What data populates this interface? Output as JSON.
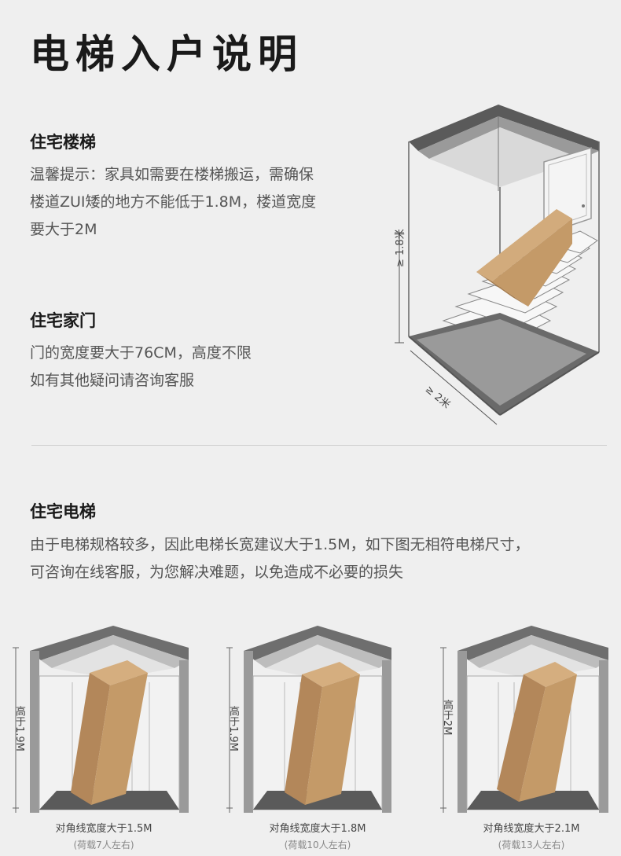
{
  "page_title": "电梯入户说明",
  "stairs": {
    "heading": "住宅楼梯",
    "lines": [
      "温馨提示：家具如需要在楼梯搬运，需确保",
      "楼道ZUI矮的地方不能低于1.8M，楼道宽度",
      "要大于2M"
    ],
    "height_label": "≥ 1.8米",
    "width_label": "≥ 2米"
  },
  "door": {
    "heading": "住宅家门",
    "lines": [
      "门的宽度要大于76CM，高度不限",
      "如有其他疑问请咨询客服"
    ]
  },
  "elevator": {
    "heading": "住宅电梯",
    "lines": [
      "由于电梯规格较多，因此电梯长宽建议大于1.5M，如下图无相符电梯尺寸，",
      "可咨询在线客服，为您解决难题，以免造成不必要的损失"
    ],
    "items": [
      {
        "height_label": "高于1.9M",
        "diagonal": "对角线宽度大于1.5M",
        "load": "(荷载7人左右)"
      },
      {
        "height_label": "高于1.9M",
        "diagonal": "对角线宽度大于1.8M",
        "load": "(荷载10人左右)"
      },
      {
        "height_label": "高于2M",
        "diagonal": "对角线宽度大于2.1M",
        "load": "(荷载13人左右)"
      }
    ]
  },
  "colors": {
    "box": "#c49a68",
    "box_dark": "#a57b4d",
    "frame": "#5a5a5a"
  }
}
